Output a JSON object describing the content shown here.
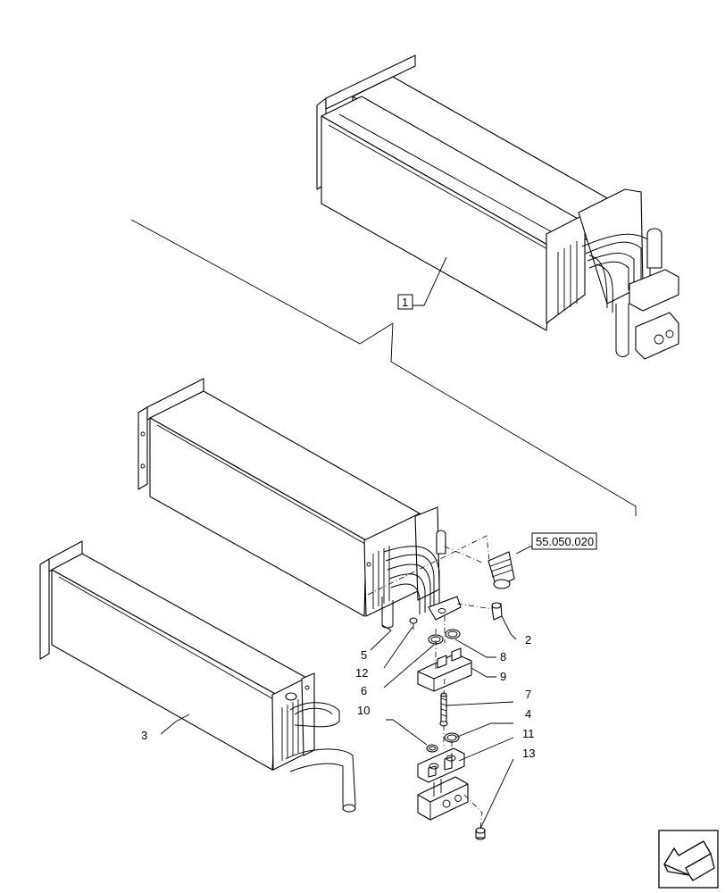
{
  "title": "",
  "callouts": {
    "c1": "1",
    "c2": "2",
    "c3": "3",
    "c4": "4",
    "c5": "5",
    "c6": "6",
    "c7": "7",
    "c8": "8",
    "c9": "9",
    "c10": "10",
    "c11": "11",
    "c12": "12",
    "c13": "13"
  },
  "reference": "55.050.020",
  "icons": {
    "nav": "back-arrow-icon"
  }
}
